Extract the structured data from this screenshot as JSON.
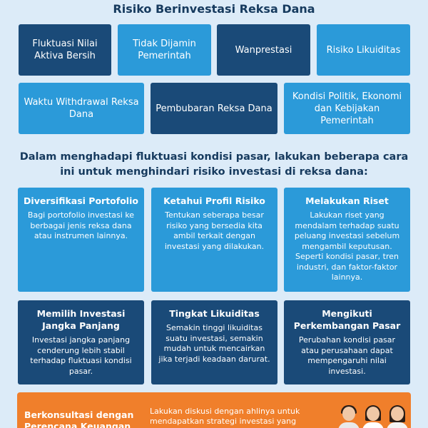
{
  "title": "Risiko Berinvestasi Reksa Dana",
  "risks_row1": [
    "Fluktuasi Nilai Aktiva Bersih",
    "Tidak Dijamin Pemerintah",
    "Wanprestasi",
    "Risiko Likuiditas"
  ],
  "risks_row2": [
    "Waktu Withdrawal Reksa Dana",
    "Pembubaran Reksa Dana",
    "Kondisi Politik, Ekonomi dan Kebijakan Pemerintah"
  ],
  "subtitle": "Dalam menghadapi fluktuasi kondisi pasar, lakukan beberapa cara ini untuk menghindari risiko investasi di reksa dana:",
  "tips": [
    {
      "title": "Diversifikasi Portofolio",
      "body": "Bagi portofolio investasi ke berbagai jenis reksa dana atau instrumen lainnya."
    },
    {
      "title": "Ketahui Profil Risiko",
      "body": "Tentukan seberapa besar risiko yang bersedia kita ambil terkait dengan investasi yang dilakukan."
    },
    {
      "title": "Melakukan Riset",
      "body": "Lakukan riset yang mendalam terhadap suatu peluang investasi sebelum mengambil keputusan. Seperti kondisi pasar, tren industri, dan faktor-faktor lainnya."
    },
    {
      "title": "Memilih Investasi Jangka Panjang",
      "body": "Investasi jangka panjang cenderung lebih stabil terhadap fluktuasi kondisi pasar."
    },
    {
      "title": "Tingkat Likuiditas",
      "body": "Semakin tinggi likuiditas suatu investasi, semakin mudah untuk mencairkan jika terjadi keadaan darurat."
    },
    {
      "title": "Mengikuti Perkembangan Pasar",
      "body": "Perubahan kondisi pasar atau perusahaan dapat mempengaruhi nilai investasi."
    }
  ],
  "footer": {
    "title": "Berkonsultasi dengan Perencana Keuangan",
    "body": "Lakukan diskusi dengan ahlinya untuk mendapatkan strategi investasi yang"
  },
  "colors": {
    "dark": "#1a4a78",
    "light": "#2b9ad9",
    "accent": "#f07f2b",
    "background": "#dcebf8"
  }
}
